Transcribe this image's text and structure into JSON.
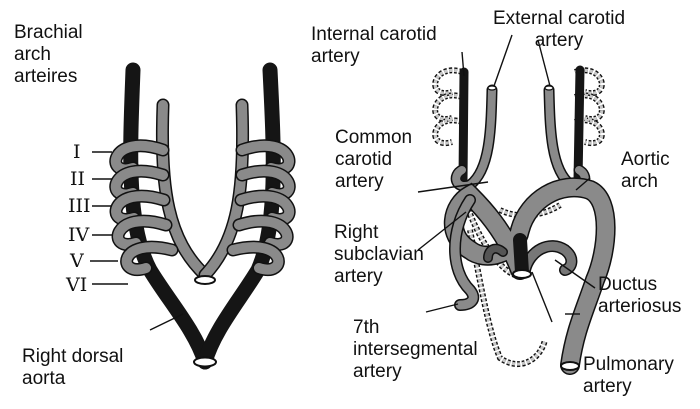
{
  "labels": {
    "brachial": [
      "Brachial",
      "arch",
      "arteires"
    ],
    "arch_numerals": [
      "I",
      "II",
      "III",
      "IV",
      "V",
      "VI"
    ],
    "right_dorsal": [
      "Right dorsal",
      "aorta"
    ],
    "internal_carotid": [
      "Internal carotid",
      "artery"
    ],
    "external_carotid": [
      "External carotid",
      "artery"
    ],
    "common_carotid": [
      "Common",
      "carotid",
      "artery"
    ],
    "aortic_arch": [
      "Aortic",
      "arch"
    ],
    "right_subclavian": [
      "Right",
      "subclavian",
      "artery"
    ],
    "seventh_intersegmental": [
      "7th",
      "intersegmental",
      "artery"
    ],
    "ductus": [
      "Ductus",
      "arteriosus"
    ],
    "pulmonary": [
      "Pulmonary",
      "artery"
    ]
  },
  "colors": {
    "dorsal_aorta": "#151515",
    "arch_gray": "#8a8a8a",
    "outline": "#111111",
    "regressed": "#c8c8c8"
  }
}
